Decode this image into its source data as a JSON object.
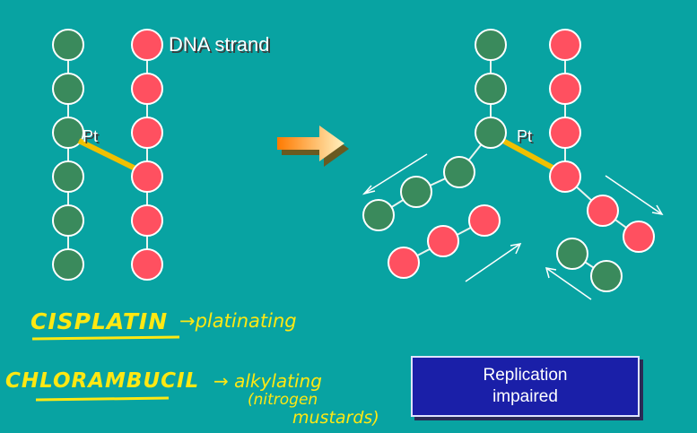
{
  "labels": {
    "dna_strand": "DNA strand",
    "pt_left": "Pt",
    "pt_right": "Pt"
  },
  "notes": {
    "cisplatin_drug": "CISPLATIN",
    "cisplatin_effect": "→platinating",
    "chlorambucil_drug": "CHLORAMBUCIL",
    "chlorambucil_effect": "→ alkylating",
    "chlorambucil_class_1": "(nitrogen",
    "chlorambucil_class_2": "mustards)"
  },
  "result": {
    "line1": "Replication",
    "line2": "impaired"
  },
  "colors": {
    "background": "#08a3a2",
    "green_base": "#3a8a5c",
    "red_base": "#ff5060",
    "crosslink": "#f0c000",
    "handwriting": "#ffe812",
    "result_box": "#1a1fa8"
  }
}
